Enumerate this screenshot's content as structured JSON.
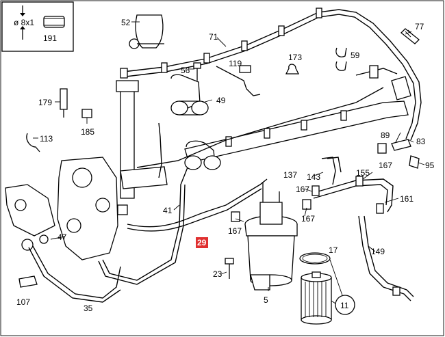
{
  "legend": {
    "spec_text": "ø 8x1",
    "part_number": "191"
  },
  "highlighted_label": "29",
  "labels": {
    "p52": "52",
    "p71": "71",
    "p77": "77",
    "p56": "56",
    "p119": "119",
    "p173": "173",
    "p59": "59",
    "p179": "179",
    "p185": "185",
    "p49": "49",
    "p113": "113",
    "p89": "89",
    "p83": "83",
    "p167a": "167",
    "p95": "95",
    "p137": "137",
    "p143": "143",
    "p155": "155",
    "p167b": "167",
    "p161": "161",
    "p41": "41",
    "p167c": "167",
    "p167d": "167",
    "p47": "47",
    "p17": "17",
    "p149": "149",
    "p23": "23",
    "p107": "107",
    "p35": "35",
    "p5": "5",
    "p11": "11"
  },
  "icons": {
    "legend": "hose-section-icon"
  }
}
